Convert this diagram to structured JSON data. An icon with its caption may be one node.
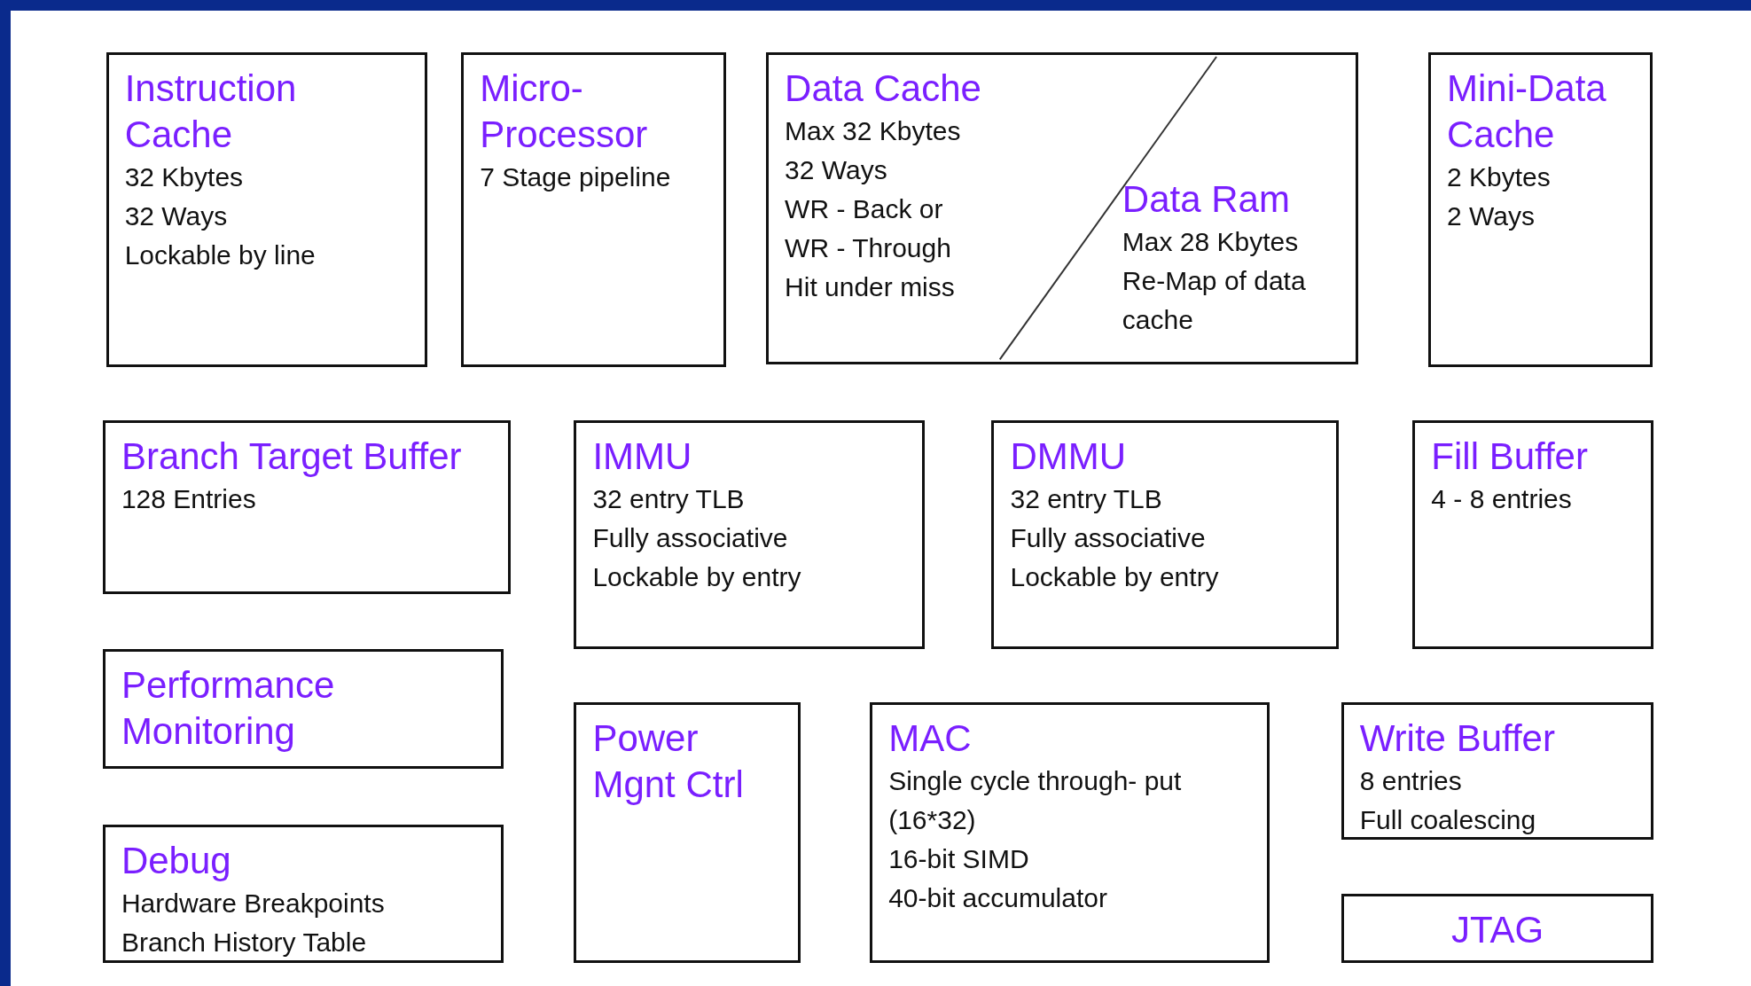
{
  "diagram": {
    "nodes": [
      {
        "text": [
          "Instruction Cache",
          "32 Kbytes",
          "32 Ways",
          "Lockable by line"
        ]
      },
      {
        "text": [
          "Micro- Processor",
          "7 Stage pipeline"
        ]
      },
      {
        "text": [
          "Data Cache",
          "Max 32 Kbytes",
          "32 Ways",
          "WR - Back or",
          "WR - Through",
          "Hit under miss"
        ]
      },
      {
        "text": [
          "Data Ram",
          "Max 28 Kbytes",
          "Re-Map of data cache"
        ],
        "in": 2
      },
      {
        "text": [
          "Mini-Data Cache",
          "2 Kbytes",
          "2 Ways"
        ]
      },
      {
        "text": [
          "Branch Target Buffer",
          "128 Entries"
        ]
      },
      {
        "text": [
          "IMMU",
          "32 entry TLB",
          "Fully associative",
          "Lockable by entry"
        ]
      },
      {
        "text": [
          "DMMU",
          "32 entry TLB",
          "Fully associative",
          "Lockable by entry"
        ]
      },
      {
        "text": [
          "Fill Buffer",
          "4 - 8 entries"
        ]
      },
      {
        "text": [
          "Performance Monitoring"
        ]
      },
      {
        "text": [
          "Power Mgnt Ctrl"
        ]
      },
      {
        "text": [
          "MAC",
          "Single cycle through- put (16*32)",
          "16-bit SIMD",
          "40-bit accumulator"
        ]
      },
      {
        "text": [
          "Write Buffer",
          "8 entries",
          "Full coalescing"
        ]
      },
      {
        "text": [
          "Debug",
          "Hardware Breakpoints",
          "Branch History Table"
        ]
      },
      {
        "text": [
          "JTAG"
        ]
      }
    ],
    "edges": []
  }
}
